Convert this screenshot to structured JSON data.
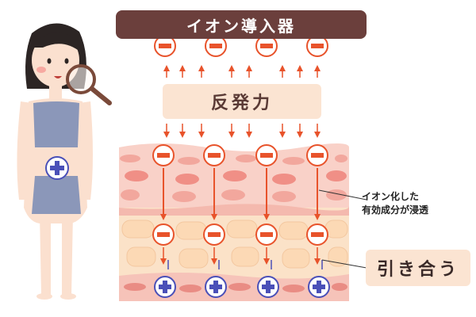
{
  "title": "イオン導入器",
  "repulsion_label": "反発力",
  "annotation": {
    "line1": "イオン化した",
    "line2": "有効成分が浸透"
  },
  "attraction_label": "引き合う",
  "symbols": {
    "negative": "−",
    "positive": "+"
  },
  "colors": {
    "title_bar": "#6b3f3c",
    "label_box": "#fbe4d2",
    "negative_ion": "#e8532b",
    "positive_ion": "#4a50b8",
    "arrow": "#e8532b",
    "skin_top": "#f7cfc9",
    "skin_cells": "#f2b1a8",
    "dermis": "#fbe2c8"
  },
  "icons": [
    "magnifier-icon",
    "plus-icon"
  ]
}
